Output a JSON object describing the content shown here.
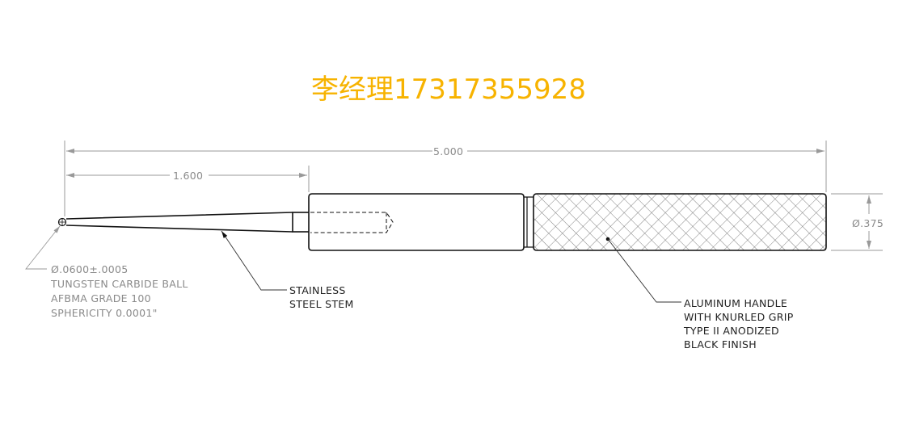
{
  "watermark": "李经理17317355928",
  "dimensions": {
    "overall_length": "5.000",
    "stem_length": "1.600",
    "handle_diameter": "Ø.375"
  },
  "callouts": {
    "ball": [
      "Ø.0600±.0005",
      "TUNGSTEN CARBIDE BALL",
      "AFBMA GRADE 100",
      "SPHERICITY 0.0001\""
    ],
    "stem": [
      "STAINLESS",
      "STEEL STEM"
    ],
    "handle": [
      "ALUMINUM HANDLE",
      "WITH KNURLED GRIP",
      "TYPE II ANODIZED",
      "BLACK FINISH"
    ]
  }
}
